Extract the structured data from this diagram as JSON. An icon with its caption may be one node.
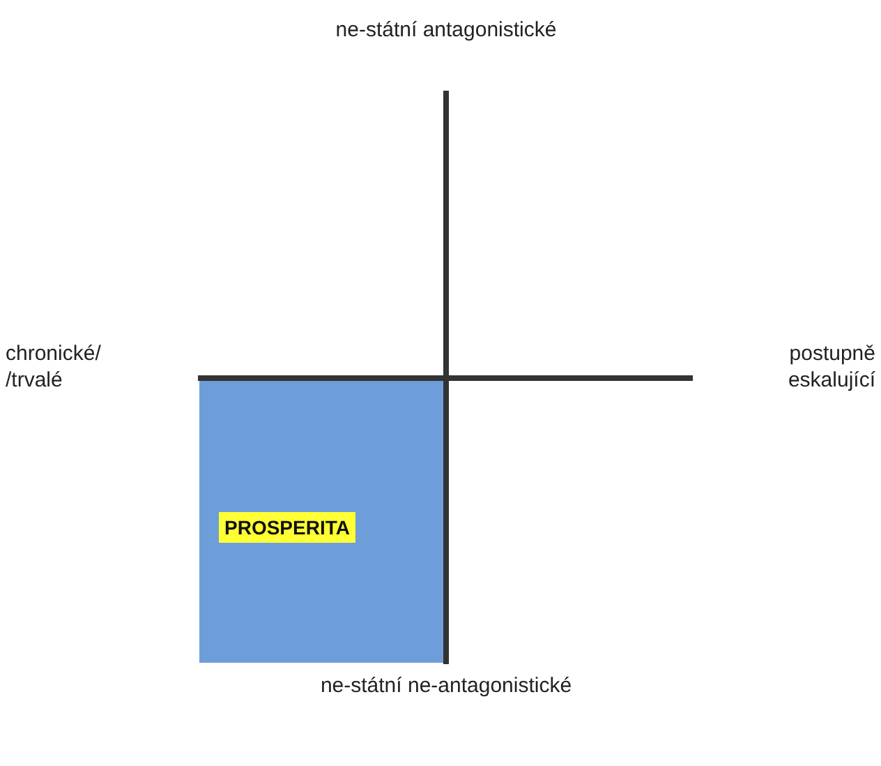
{
  "diagram": {
    "nodes": [
      {
        "text": [
          "PROSPERITA"
        ]
      }
    ],
    "labels": [
      "ne-státní antagonistické",
      "chronické/ /trvalé",
      "postupně eskalující",
      "ne-státní ne-antagonistické"
    ]
  }
}
